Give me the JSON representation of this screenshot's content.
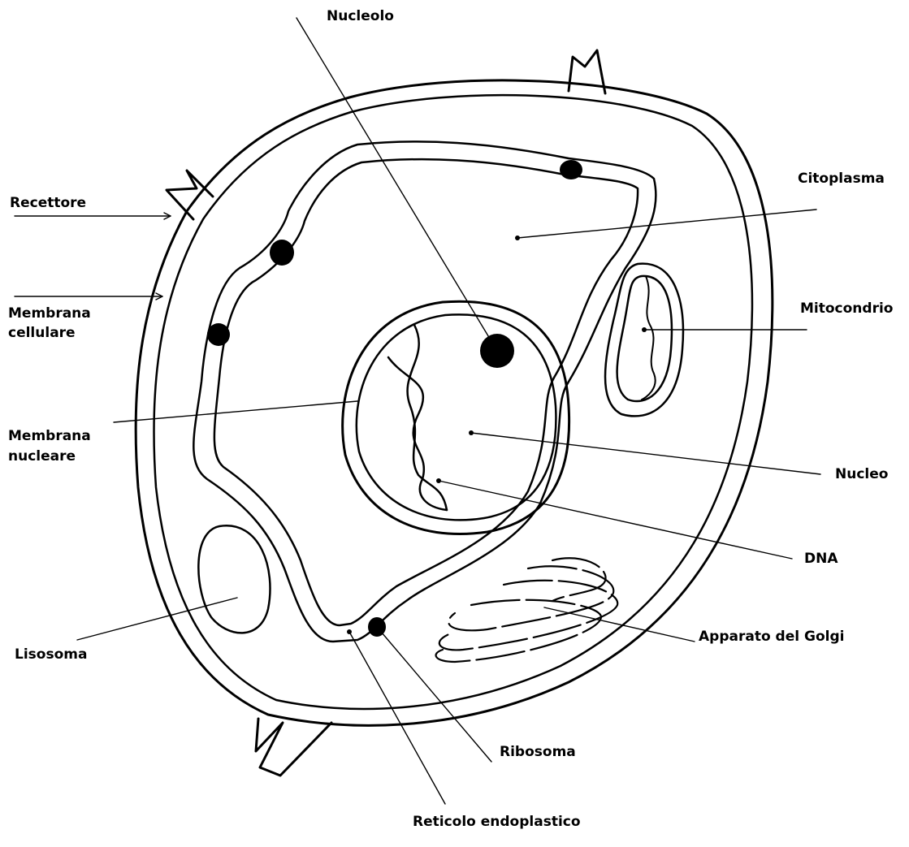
{
  "labels": {
    "nucleolo": "Nucleolo",
    "citoplasma": "Citoplasma",
    "recettore": "Recettore",
    "membrana_cellulare_1": "Membrana",
    "membrana_cellulare_2": "cellulare",
    "mitocondrio": "Mitocondrio",
    "membrana_nucleare_1": "Membrana",
    "membrana_nucleare_2": "nucleare",
    "nucleo": "Nucleo",
    "dna": "DNA",
    "apparato_golgi": "Apparato del Golgi",
    "lisosoma": "Lisosoma",
    "ribosoma": "Ribosoma",
    "reticolo": "Reticolo endoplastico"
  }
}
